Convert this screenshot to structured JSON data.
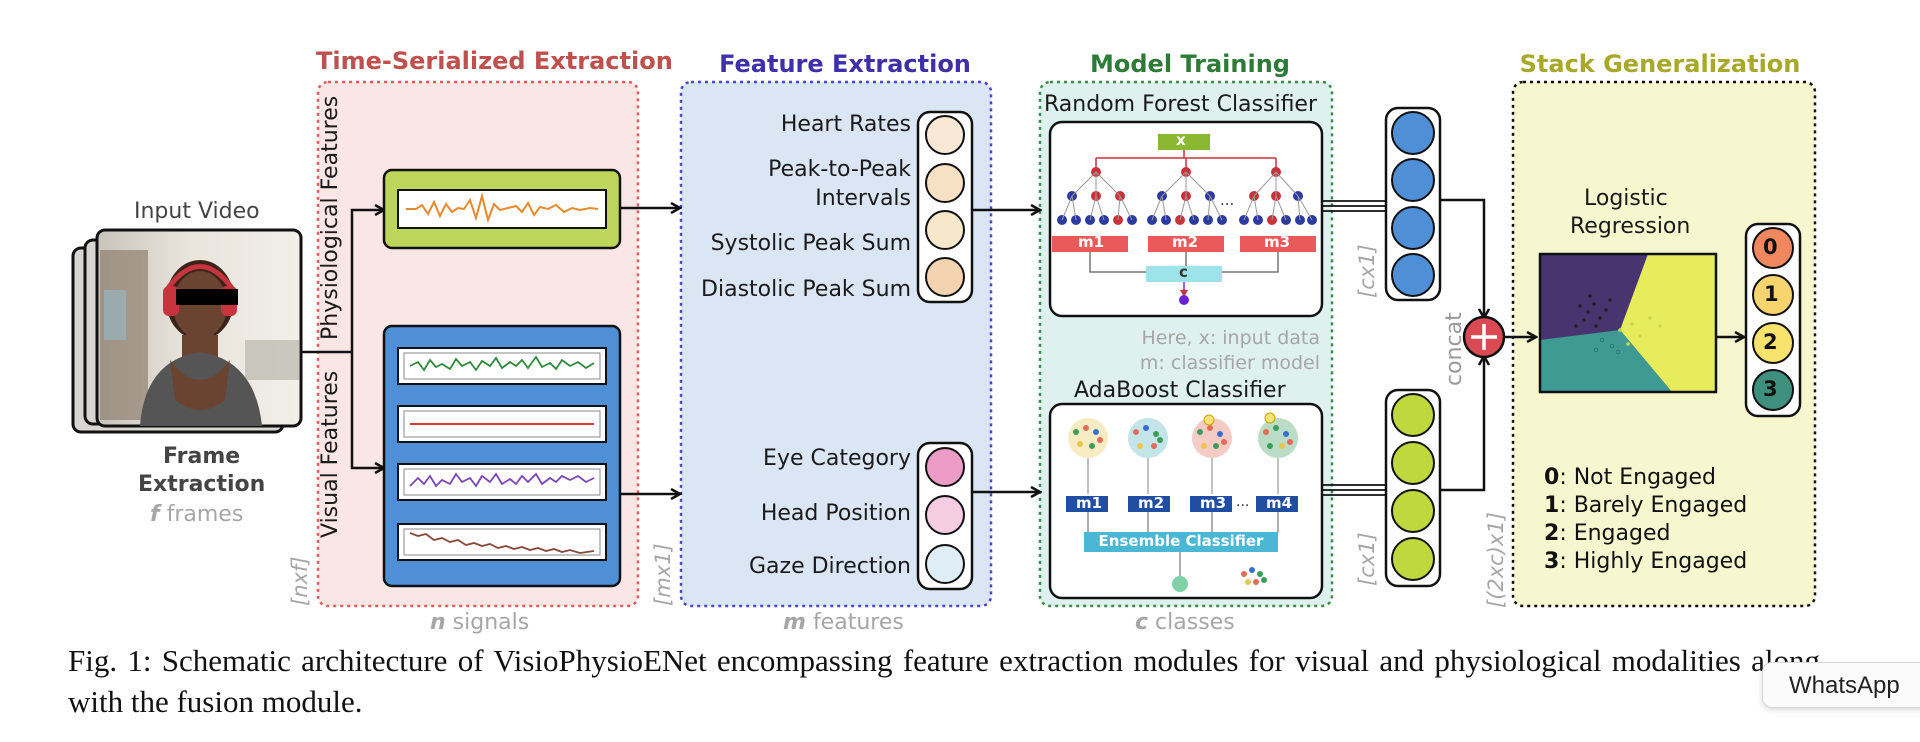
{
  "sections": {
    "time_serialized": "Time-Serialized Extraction",
    "feature_extraction": "Feature Extraction",
    "model_training": "Model Training",
    "stack_generalization": "Stack Generalization"
  },
  "input": {
    "title": "Input Video",
    "frame_line1": "Frame",
    "frame_line2": "Extraction",
    "frames_var": "f",
    "frames_word": "frames"
  },
  "branches": {
    "physiological": "Physiological Features",
    "visual": "Visual Features"
  },
  "dims": {
    "nxf": "[nxf]",
    "mx1": "[mx1]",
    "cx1_top": "[cx1]",
    "cx1_bottom": "[cx1]",
    "twocx1": "[(2xc)x1]"
  },
  "bottom_labels": {
    "n_var": "n",
    "n_word": "signals",
    "m_var": "m",
    "m_word": "features",
    "c_var": "c",
    "c_word": "classes"
  },
  "physio_features": [
    "Heart Rates",
    "Peak-to-Peak",
    "Intervals",
    "Systolic Peak Sum",
    "Diastolic Peak Sum"
  ],
  "visual_features": [
    "Eye Category",
    "Head Position",
    "Gaze Direction"
  ],
  "random_forest": {
    "title": "Random Forest Classifier",
    "root": "x",
    "models": [
      "m1",
      "m2",
      "m3"
    ],
    "dots": "...",
    "output": "c"
  },
  "notes": {
    "line1": "Here, x: input data",
    "line2": "m: classifier model"
  },
  "adaboost": {
    "title": "AdaBoost Classifier",
    "models": [
      "m1",
      "m2",
      "m3",
      "m4"
    ],
    "dots": "...",
    "ensemble": "Ensemble Classifier"
  },
  "fusion": {
    "concat": "concat"
  },
  "logistic": {
    "title_line1": "Logistic",
    "title_line2": "Regression"
  },
  "classes": [
    "0",
    "1",
    "2",
    "3"
  ],
  "legend": [
    {
      "num": "0",
      "text": ": Not Engaged"
    },
    {
      "num": "1",
      "text": ": Barely Engaged"
    },
    {
      "num": "2",
      "text": ": Engaged"
    },
    {
      "num": "3",
      "text": ": Highly Engaged"
    }
  ],
  "caption": "Fig. 1: Schematic architecture of VisioPhysioENet encompassing feature extraction modules for visual and physiological modalities along with the fusion module.",
  "tooltip": "WhatsApp",
  "colors": {
    "time_title": "#c0504d",
    "feature_title": "#3f2fa8",
    "model_title": "#2e7b38",
    "stack_title": "#a8a82a",
    "time_bg": "#fbe6e6",
    "feature_bg": "#dbe6f4",
    "model_bg": "#def1ee",
    "stack_bg": "#f6f6cf",
    "physio_box": "#bdd55a",
    "visual_box": "#4e8fd6",
    "rf_nodes": "#2b3b9e",
    "rf_red": "#c8333a",
    "rf_root": "#8ab832",
    "model_bar": "#1f4ea3",
    "ensemble": "#4ab7d5",
    "rf_output_circles": "#4e8fd6",
    "ada_output_circles": "#bfd83e",
    "concat_red": "#d94a52",
    "class0": "#f0875f",
    "class1": "#f8d46f",
    "class2": "#f7e36b",
    "class3": "#3f8f7e"
  }
}
